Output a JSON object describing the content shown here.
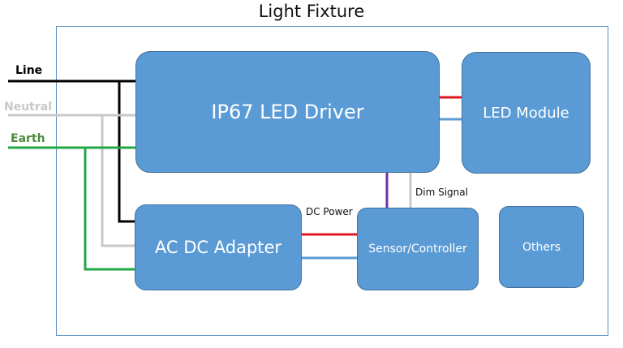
{
  "title": "Light Fixture",
  "inputs": {
    "line": "Line",
    "neutral": "Neutral",
    "earth": "Earth"
  },
  "blocks": {
    "driver": "IP67 LED Driver",
    "led_module": "LED Module",
    "adapter": "AC DC Adapter",
    "sensor": "Sensor/Controller",
    "others": "Others"
  },
  "connections": {
    "dc_power": "DC Power",
    "dim_signal": "Dim Signal"
  },
  "colors": {
    "block_fill": "#5b9bd5",
    "block_border": "#41719c",
    "line_wire": "#000000",
    "neutral_wire": "#c8c8c8",
    "earth_wire": "#22a845",
    "earth_label": "#4e8a3e",
    "positive_wire": "#e0171e",
    "signal_wire": "#5b9bd5",
    "dim_wire": "#7030a0",
    "frame": "#5b8fc7"
  }
}
